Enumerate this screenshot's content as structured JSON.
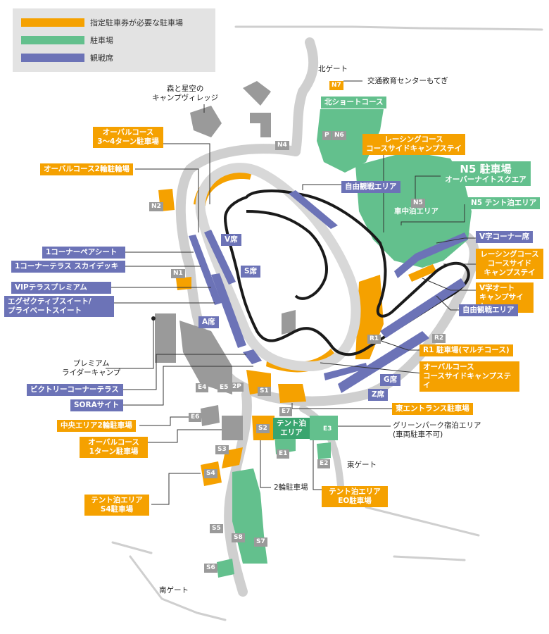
{
  "colors": {
    "orange": "#f5a100",
    "green": "#63c08d",
    "blue": "#6c73b7",
    "road": "#cfcfcf",
    "track": "#1a1a1a",
    "building": "#9a9a9a",
    "legend_bg": "#e3e3e3"
  },
  "legend": {
    "items": [
      {
        "label": "指定駐車券が必要な駐車場",
        "color": "#f5a100"
      },
      {
        "label": "駐車場",
        "color": "#63c08d"
      },
      {
        "label": "観戦席",
        "color": "#6c73b7"
      }
    ]
  },
  "gates": {
    "north": "北ゲート",
    "east": "東ゲート",
    "south": "南ゲート"
  },
  "labels": {
    "camp_village": "森と星空の\nキャンプヴィレッジ",
    "oval34": "オーバルコース\n3〜4ターン駐車場",
    "oval_bike": "オーバルコース2輪駐輪場",
    "pair_seat": "1コーナーペアシート",
    "terrace_sky": "1コーナーテラス スカイデッキ",
    "vip_terrace": "VIPテラスプレミアム",
    "executive_suite": "エグゼクティブスイート/\nプライベートスイート",
    "premium_rider": "プレミアム\nライダーキャンプ",
    "victory_terrace": "ビクトリーコーナーテラス",
    "sora": "SORAサイト",
    "central_bike": "中央エリア2輪駐車場",
    "oval1": "オーバルコース\n1ターン駐車場",
    "tent_s4": "テント泊エリア\nS4駐車場",
    "bike_parking": "2輪駐車場",
    "tent_eo": "テント泊エリア\nEO駐車場",
    "greenpark": "グリーンパーク宿泊エリア\n(車両駐車不可)",
    "east_entrance": "東エントランス駐車場",
    "oval_courseside": "オーバルコース\nコースサイドキャンプステイ",
    "r1": "R1 駐車場(マルチコース)",
    "free_seat_1": "自由観戦エリア",
    "free_seat_2": "自由観戦エリア",
    "v_auto": "V字オート\nキャンプサイト",
    "racing_courseside_2": "レーシングコース\nコースサイド\nキャンプステイ",
    "v_corner": "V字コーナー席",
    "n5_tent": "N5 テント泊エリア",
    "n5_title": "N5 駐車場",
    "n5_sub": "オーバーナイトスクエア",
    "car_camp": "車中泊エリア",
    "racing_courseside_1": "レーシングコース\nコースサイドキャンプステイ",
    "north_short": "北ショートコース",
    "traffic_center": "交通教育センターもてぎ",
    "tent_area": "テント泊\nエリア",
    "seat_v": "V席",
    "seat_s": "S席",
    "seat_a": "A席",
    "seat_g": "G席",
    "seat_z": "Z席"
  },
  "tags": {
    "n7": "N7",
    "n6": "N6",
    "p": "P",
    "n4": "N4",
    "n5": "N5",
    "n2": "N2",
    "n1": "N1",
    "r1": "R1",
    "r2": "R2",
    "s1": "S1",
    "s2": "S2",
    "s3": "S3",
    "s4": "S4",
    "s5": "S5",
    "s6": "S6",
    "s7": "S7",
    "s8": "S8",
    "e1": "E1",
    "e2": "E2",
    "e3": "E3",
    "e4": "E4",
    "e5": "E5",
    "e6": "E6",
    "e7": "E7",
    "p2": "2P"
  }
}
